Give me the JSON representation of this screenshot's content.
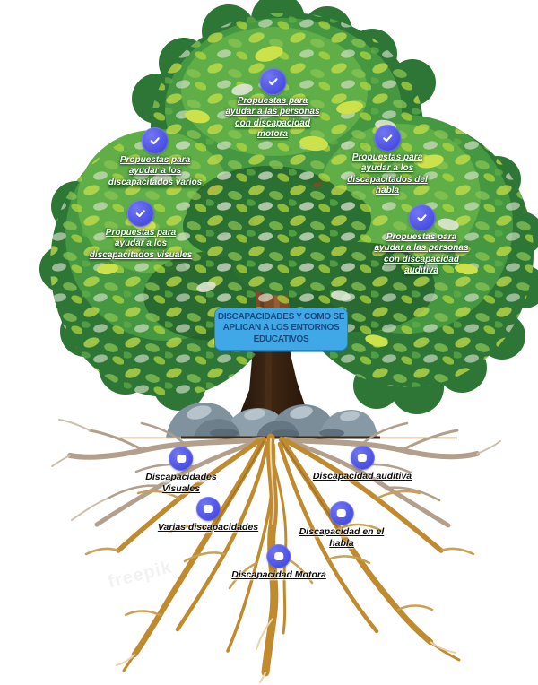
{
  "title_box": {
    "lines": [
      "DISCAPACIDADES Y COMO SE",
      "APLICAN A LOS ENTORNOS",
      "EDUCATIVOS"
    ]
  },
  "canopy_nodes": [
    {
      "id": "motora",
      "icon": "checkmark",
      "lines": [
        "Propuestas para",
        "ayudar a las personas",
        "con discapacidad",
        "motora"
      ]
    },
    {
      "id": "varios",
      "icon": "checkmark",
      "lines": [
        "Propuestas para",
        "ayudar a los",
        "discapacitados varios"
      ]
    },
    {
      "id": "habla",
      "icon": "checkmark",
      "lines": [
        "Propuestas para",
        "ayudar a los",
        "discapacitados del",
        "habla"
      ]
    },
    {
      "id": "visuales",
      "icon": "checkmark",
      "lines": [
        "Propuestas para",
        "ayudar a los",
        "discapacitados visuales"
      ]
    },
    {
      "id": "auditiva",
      "icon": "checkmark",
      "lines": [
        "Propuestas para",
        "ayudar a las personas",
        "con discapacidad",
        "auditiva"
      ]
    }
  ],
  "root_nodes": [
    {
      "id": "visuales",
      "icon": "rounded-square",
      "lines": [
        "Discapacidades",
        "Visuales"
      ]
    },
    {
      "id": "auditiva",
      "icon": "rounded-square",
      "lines": [
        "Discapacidad auditiva"
      ]
    },
    {
      "id": "varias",
      "icon": "rounded-square",
      "lines": [
        "Varias discapacidades"
      ]
    },
    {
      "id": "habla",
      "icon": "rounded-square",
      "lines": [
        "Discapacidad en el",
        "habla"
      ]
    },
    {
      "id": "motora",
      "icon": "rounded-square",
      "lines": [
        "Discapacidad Motora"
      ]
    }
  ],
  "watermark": {
    "text": "freepik"
  },
  "colors": {
    "node_icon_blue": "#4b52e8",
    "title_box_fill": "#41a8e8",
    "title_box_border": "#2187c9",
    "title_text": "#1c4a7e",
    "canopy_label_text": "#ffffff",
    "root_label_text": "#0d0d0d",
    "canopy_dark_green": "#2d7636",
    "canopy_light_green": "#5fae47",
    "leaf_yellow_green": "#cde24a",
    "trunk_brown": "#7c4d27",
    "root_gold": "#c08a2e",
    "rock_gray": "#80929e"
  }
}
